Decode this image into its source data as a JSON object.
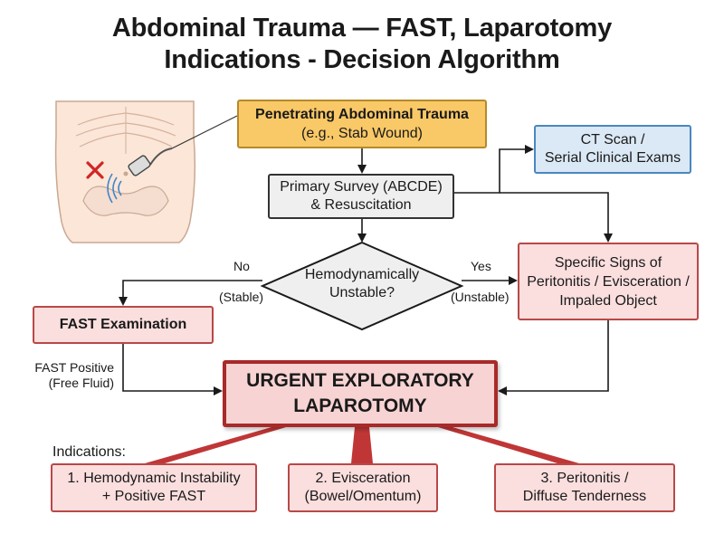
{
  "title": {
    "line1": "Abdominal Trauma — FAST, Laparotomy",
    "line2": "Indications - Decision Algorithm"
  },
  "nodes": {
    "penetrating": {
      "line1": "Penetrating Abdominal Trauma",
      "line2": "(e.g., Stab Wound)"
    },
    "primary_survey": {
      "line1": "Primary Survey (ABCDE)",
      "line2": "& Resuscitation"
    },
    "ct_scan": {
      "line1": "CT Scan /",
      "line2": "Serial Clinical Exams"
    },
    "decision": {
      "line1": "Hemodynamically",
      "line2": "Unstable?"
    },
    "specific_signs": {
      "line1": "Specific Signs of",
      "line2": "Peritonitis / Evisceration /",
      "line3": "Impaled Object"
    },
    "fast_exam": {
      "label": "FAST Examination"
    },
    "laparotomy": {
      "line1": "URGENT EXPLORATORY",
      "line2": "LAPAROTOMY"
    }
  },
  "edge_labels": {
    "no": "No",
    "stable": "(Stable)",
    "yes": "Yes",
    "unstable": "(Unstable)",
    "fast_positive_line1": "FAST Positive",
    "fast_positive_line2": "(Free Fluid)"
  },
  "indications": {
    "heading": "Indications:",
    "items": [
      {
        "line1": "1. Hemodynamic Instability",
        "line2": "+ Positive FAST"
      },
      {
        "line1": "2. Evisceration",
        "line2": "(Bowel/Omentum)"
      },
      {
        "line1": "3. Peritonitis /",
        "line2": "Diffuse Tenderness"
      }
    ]
  },
  "icons": [
    "torso-illustration",
    "ultrasound-probe-icon",
    "red-x-wound-icon"
  ],
  "colors": {
    "entry": "#f9c867",
    "neutral": "#efefef",
    "diagnostic": "#dbe8f5",
    "urgent": "#fbdede",
    "urgent_border": "#a82a2a"
  }
}
